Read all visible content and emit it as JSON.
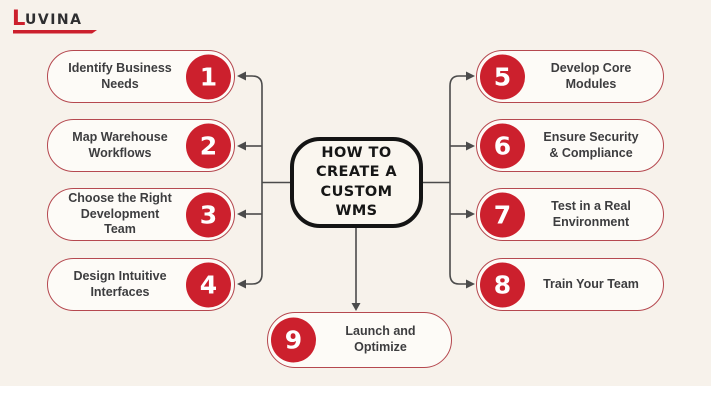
{
  "logo": {
    "l": "L",
    "rest": "UVINA"
  },
  "center": {
    "title": "HOW TO\nCREATE A\nCUSTOM\nWMS"
  },
  "steps": [
    {
      "number": "1",
      "label": "Identify Business\nNeeds"
    },
    {
      "number": "2",
      "label": "Map Warehouse\nWorkflows"
    },
    {
      "number": "3",
      "label": "Choose the Right\nDevelopment\nTeam"
    },
    {
      "number": "4",
      "label": "Design Intuitive\nInterfaces"
    },
    {
      "number": "5",
      "label": "Develop Core\nModules"
    },
    {
      "number": "6",
      "label": "Ensure Security\n& Compliance"
    },
    {
      "number": "7",
      "label": "Test in a Real\nEnvironment"
    },
    {
      "number": "8",
      "label": "Train Your Team"
    },
    {
      "number": "9",
      "label": "Launch and\nOptimize"
    }
  ],
  "colors": {
    "accent_red": "#CC202D",
    "pill_border": "#B5484F",
    "pill_fill": "#FDFBF7",
    "bg_cream": "#F7F2EB",
    "wire_gray": "#4B4B4B",
    "box_border": "#141414"
  }
}
